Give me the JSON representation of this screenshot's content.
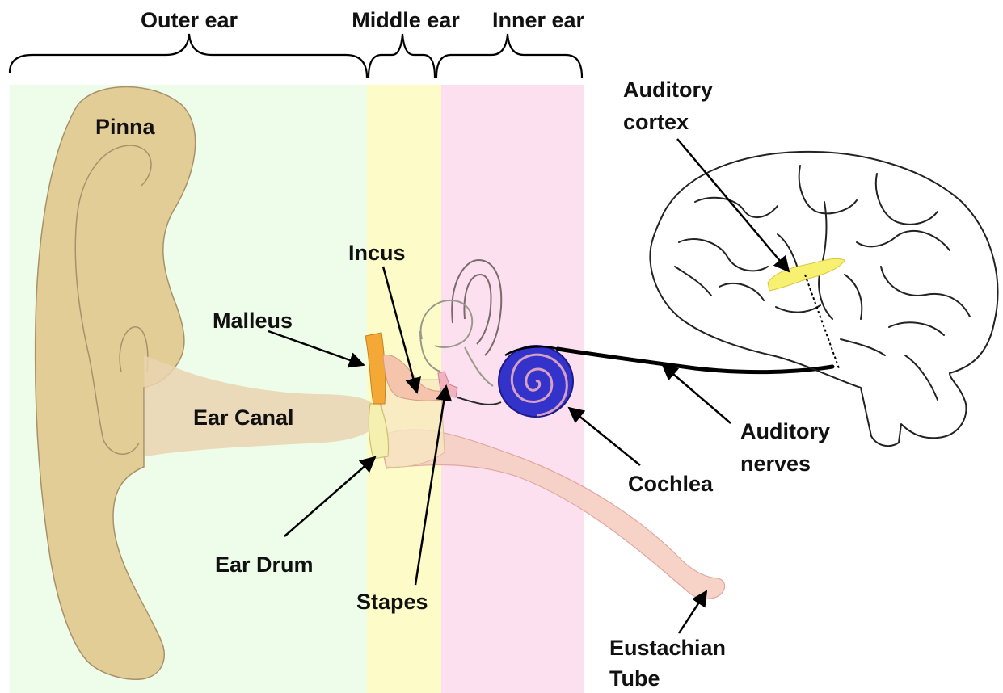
{
  "regions": {
    "outer_ear": {
      "label": "Outer ear",
      "color": "#eefdea"
    },
    "middle_ear": {
      "label": "Middle ear",
      "color": "#fdfcc8"
    },
    "inner_ear": {
      "label": "Inner ear",
      "color": "#fde0f0"
    }
  },
  "labels": {
    "pinna": "Pinna",
    "incus": "Incus",
    "malleus": "Malleus",
    "ear_canal": "Ear Canal",
    "ear_drum": "Ear Drum",
    "stapes": "Stapes",
    "cochlea": "Cochlea",
    "auditory_cortex_line1": "Auditory",
    "auditory_cortex_line2": "cortex",
    "auditory_nerves_line1": "Auditory",
    "auditory_nerves_line2": "nerves",
    "eustachian_line1": "Eustachian",
    "eustachian_line2": "Tube"
  },
  "colors": {
    "pinna": "#e3cd96",
    "pinna_outline": "#a8916a",
    "ear_canal": "#e9d4b0",
    "malleus": "#f4a836",
    "incus": "#f4c4ac",
    "stapes": "#f2b2c0",
    "ear_drum": "#f5f0b0",
    "cochlea": "#3333cc",
    "cochlea_spiral": "#d8a0c0",
    "eustachian": "#f6d0c4",
    "nerve": "#000000",
    "auditory_cortex": "#f8f070",
    "brain_outline": "#222222"
  }
}
